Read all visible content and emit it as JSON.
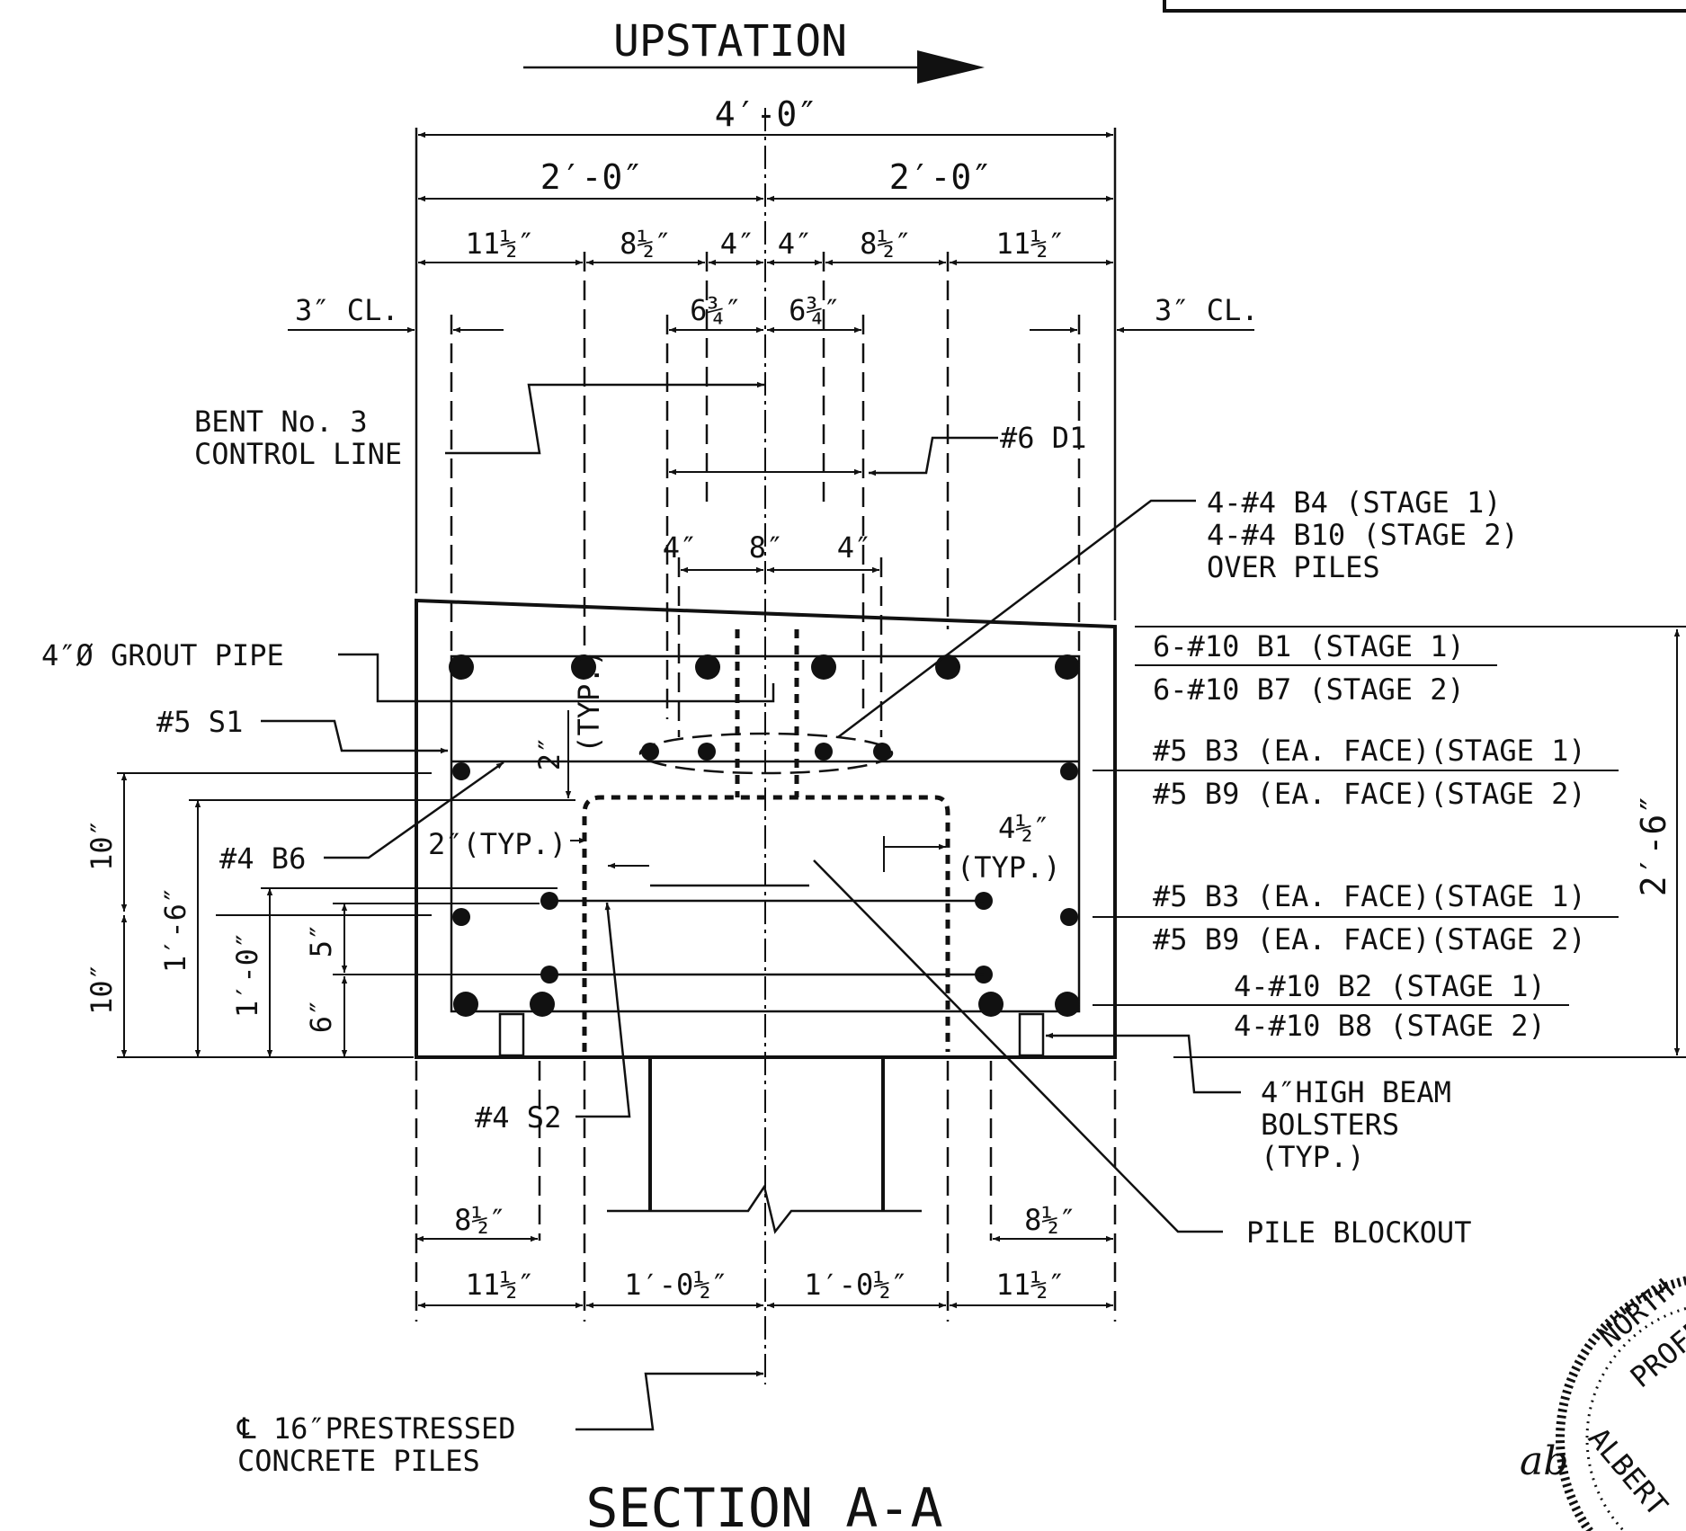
{
  "drawing": {
    "direction_label": "UPSTATION",
    "title": "SECTION A-A",
    "dimensions": {
      "overall_width": "4′-0″",
      "half_left": "2′-0″",
      "half_right": "2′-0″",
      "top_seg_1": "11½″",
      "top_seg_2": "8½″",
      "top_seg_3": "4″",
      "top_seg_4": "4″",
      "top_seg_5": "8½″",
      "top_seg_6": "11½″",
      "cl_left": "3″ CL.",
      "cl_right": "3″ CL.",
      "stirrup_left": "6¾″",
      "stirrup_right": "6¾″",
      "bar_sp_1": "4″",
      "bar_sp_2": "8″",
      "bar_sp_3": "4″",
      "cover_top_typ": "2″",
      "cover_top_typ_note": "(TYP.)",
      "cover_side_typ": "2″(TYP.)",
      "blockout_offset": "4½″",
      "blockout_offset_note": "(TYP.)",
      "height_total": "2′-6″",
      "left_h_10a": "10″",
      "left_h_10b": "10″",
      "left_h_1_6": "1′-6″",
      "left_h_1_0": "1′-0″",
      "left_h_5": "5″",
      "left_h_6": "6″",
      "bot_8_5_left": "8½″",
      "bot_8_5_right": "8½″",
      "bot_seg_1": "11½″",
      "bot_seg_2": "1′-0½″",
      "bot_seg_3": "1′-0½″",
      "bot_seg_4": "11½″"
    },
    "labels": {
      "bent_control_1": "BENT No. 3",
      "bent_control_2": "CONTROL LINE",
      "d1": "#6 D1",
      "b4_1": "4-#4 B4 (STAGE 1)",
      "b4_2": "4-#4 B10 (STAGE 2)",
      "b4_3": "OVER PILES",
      "grout_pipe": "4″Ø GROUT PIPE",
      "s1": "#5 S1",
      "b6": "#4 B6",
      "s2": "#4 S2",
      "b1": "6-#10 B1 (STAGE 1)",
      "b7": "6-#10 B7 (STAGE 2)",
      "b3_upper": "#5 B3 (EA. FACE)(STAGE 1)",
      "b9_upper": "#5 B9 (EA. FACE)(STAGE 2)",
      "b3_lower": "#5 B3 (EA. FACE)(STAGE 1)",
      "b9_lower": "#5 B9 (EA. FACE)(STAGE 2)",
      "b2": "4-#10 B2 (STAGE 1)",
      "b8": "4-#10 B8 (STAGE 2)",
      "bolsters_1": "4″HIGH BEAM",
      "bolsters_2": "BOLSTERS",
      "bolsters_3": "(TYP.)",
      "pile_blockout": "PILE BLOCKOUT",
      "piles_1": "℄ 16″PRESTRESSED",
      "piles_2": "CONCRETE PILES"
    },
    "seal": {
      "text_1": "NORTH",
      "text_2": "PROFE",
      "text_3": "ALBERT",
      "signature": "ab"
    }
  }
}
